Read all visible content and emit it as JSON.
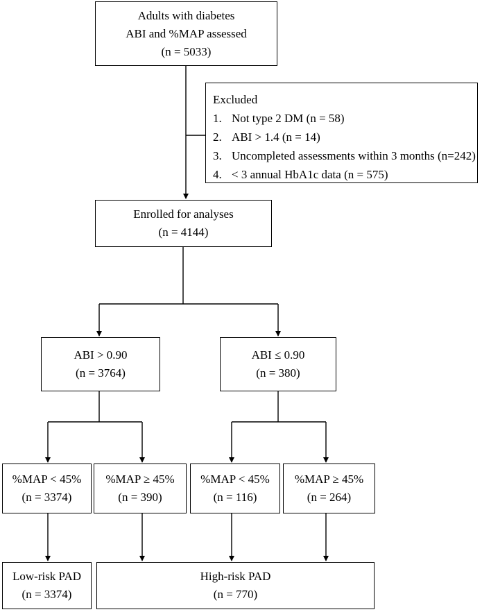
{
  "nodes": {
    "start": {
      "lines": [
        "Adults with diabetes",
        "ABI and %MAP assessed",
        "(n = 5033)"
      ]
    },
    "excluded": {
      "title": "Excluded",
      "items": [
        {
          "num": "1.",
          "text": "Not type 2 DM (n = 58)"
        },
        {
          "num": "2.",
          "text": "ABI > 1.4 (n = 14)"
        },
        {
          "num": "3.",
          "text": "Uncompleted assessments within 3 months (n=242)"
        },
        {
          "num": "4.",
          "text": "< 3 annual HbA1c data (n = 575)"
        }
      ]
    },
    "enrolled": {
      "lines": [
        "Enrolled for analyses",
        "(n = 4144)"
      ]
    },
    "abi_high": {
      "lines": [
        "ABI > 0.90",
        "(n = 3764)"
      ]
    },
    "abi_low": {
      "lines": [
        "ABI ≤ 0.90",
        "(n = 380)"
      ]
    },
    "map_a": {
      "lines": [
        "%MAP < 45%",
        "(n = 3374)"
      ]
    },
    "map_b": {
      "lines": [
        "%MAP ≥ 45%",
        "(n = 390)"
      ]
    },
    "map_c": {
      "lines": [
        "%MAP < 45%",
        "(n = 116)"
      ]
    },
    "map_d": {
      "lines": [
        "%MAP ≥ 45%",
        "(n = 264)"
      ]
    },
    "low_risk": {
      "lines": [
        "Low-risk PAD",
        "(n = 3374)"
      ]
    },
    "high_risk": {
      "lines": [
        "High-risk PAD",
        "(n = 770)"
      ]
    }
  }
}
